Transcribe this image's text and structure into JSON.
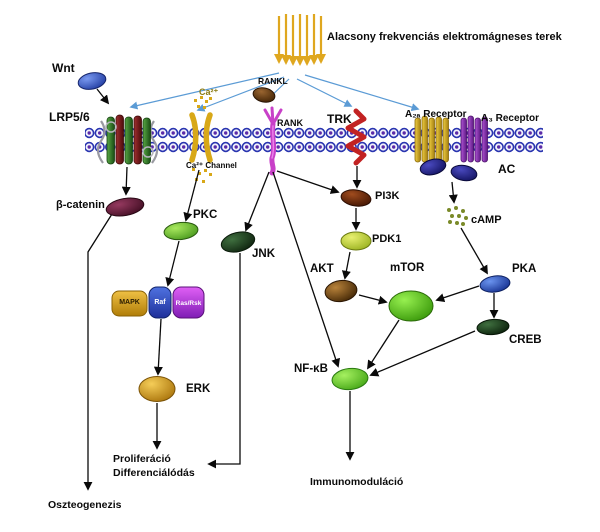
{
  "title": "Alacsony frekvenciás elektromágneses terek",
  "receptors": {
    "wnt": "Wnt",
    "lrp56": "LRP5/6",
    "ca_ion": "Ca²⁺",
    "ca_channel": "Ca²⁺ Channel",
    "rankl": "RANKL",
    "rank": "RANK",
    "trk": "TRK",
    "a2a": "A₂ₐ Receptor",
    "a3": "A₃ Receptor",
    "ac": "AC"
  },
  "proteins": {
    "b_catenin": "β-catenin",
    "pkc": "PKC",
    "jnk": "JNK",
    "pi3k": "PI3K",
    "pdk1": "PDK1",
    "akt": "AKT",
    "mtor": "mTOR",
    "camp": "cAMP",
    "pka": "PKA",
    "creb": "CREB",
    "mapk": "MAPK",
    "raf": "Raf",
    "ras_rsk": "Ras/Rsk",
    "erk": "ERK",
    "nfkb": "NF-κB"
  },
  "outcomes": {
    "proliferation": "Proliferáció",
    "differentiation": "Differenciálódás",
    "immunomodulation": "Immunomoduláció",
    "osteogenesis": "Oszteogenezis"
  },
  "colors": {
    "emf_arrows": "#dfa71f",
    "signal_arrows": "#5b9bd5",
    "pathway_arrows": "#0a0a0a",
    "membrane_ring": "#2a35b0",
    "membrane_core": "#5a2aa8"
  }
}
